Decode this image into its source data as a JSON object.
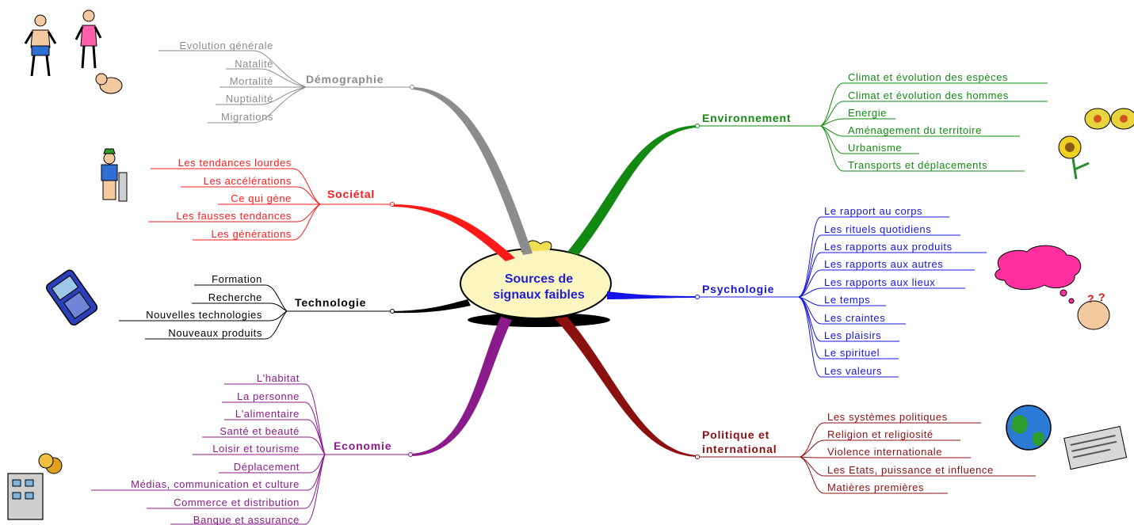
{
  "center": {
    "line1": "Sources de",
    "line2": "signaux faibles"
  },
  "branches": {
    "demographie": {
      "label": "Démographie",
      "color": "#8c8c8c",
      "items": [
        "Evolution générale",
        "Natalité",
        "Mortalité",
        "Nuptialité",
        "Migrations"
      ]
    },
    "societal": {
      "label": "Sociétal",
      "color": "#ff1a1a",
      "items": [
        "Les tendances lourdes",
        "Les accélérations",
        "Ce qui gène",
        "Les fausses tendances",
        "Les générations"
      ]
    },
    "technologie": {
      "label": "Technologie",
      "color": "#000000",
      "items": [
        "Formation",
        "Recherche",
        "Nouvelles technologies",
        "Nouveaux produits"
      ]
    },
    "economie": {
      "label": "Economie",
      "color": "#8b1a8b",
      "items": [
        "L'habitat",
        "La personne",
        "L'alimentaire",
        "Santé et beauté",
        "Loisir et tourisme",
        "Déplacement",
        "Médias, communication et culture",
        "Commerce et distribution",
        "Banque et assurance"
      ]
    },
    "environnement": {
      "label": "Environnement",
      "color": "#128a12",
      "items": [
        "Climat et évolution des espèces",
        "Climat et évolution des hommes",
        "Energie",
        "Aménagement du territoire",
        "Urbanisme",
        "Transports et déplacements"
      ]
    },
    "psychologie": {
      "label": "Psychologie",
      "color": "#1414e6",
      "items": [
        "Le rapport au corps",
        "Les rituels quotidiens",
        "Les rapports aux produits",
        "Les rapports aux autres",
        "Les rapports aux lieux",
        "Le temps",
        "Les craintes",
        "Les plaisirs",
        "Le spirituel",
        "Les valeurs"
      ]
    },
    "politique": {
      "label_line1": "Politique et",
      "label_line2": "international",
      "color": "#8b1010",
      "items": [
        "Les systèmes politiques",
        "Religion et religiosité",
        "Violence internationale",
        "Les Etats, puissance et influence",
        "Matières premières"
      ]
    }
  },
  "illustrations": [
    "people-icon",
    "worker-icon",
    "mobile-phone-icon",
    "building-coins-icon",
    "butterfly-flower-icon",
    "thinking-cloud-icon",
    "globe-newspaper-icon"
  ]
}
